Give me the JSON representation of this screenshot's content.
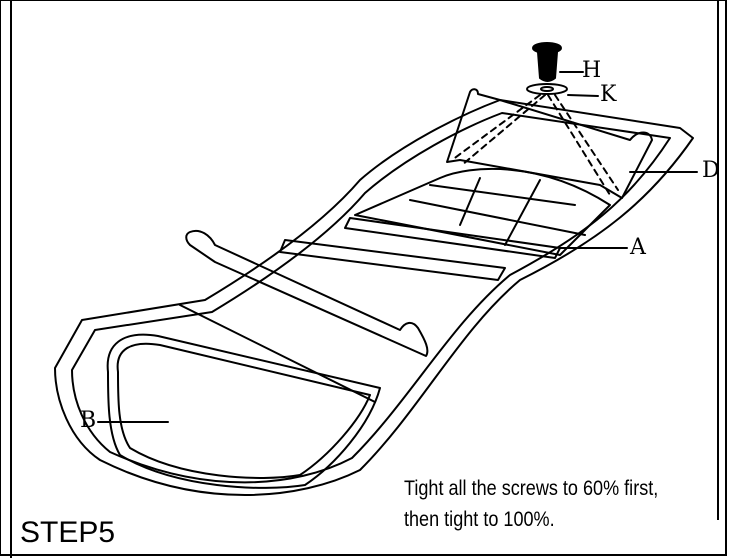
{
  "labels": {
    "h": "H",
    "k": "K",
    "d": "D",
    "a": "A",
    "b": "B"
  },
  "instruction": {
    "line1": "Tight all the screws to 60% first,",
    "line2": "then tight to 100%."
  },
  "step": "STEP5",
  "colors": {
    "line": "#000000",
    "background": "#ffffff"
  }
}
